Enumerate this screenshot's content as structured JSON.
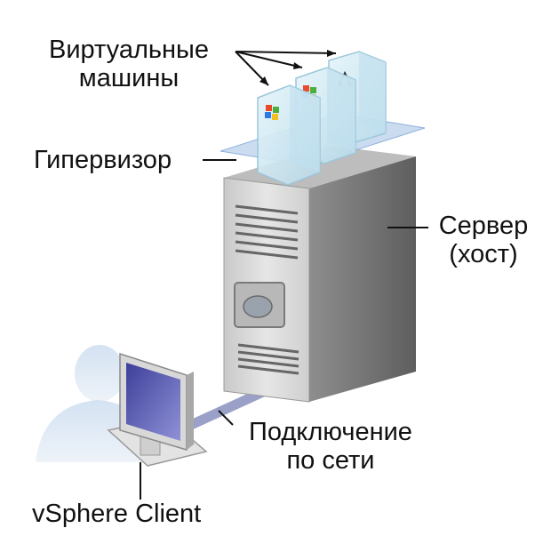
{
  "labels": {
    "virtual_machines_line1": "Виртуальные",
    "virtual_machines_line2": "машины",
    "hypervisor": "Гипервизор",
    "server_line1": "Сервер",
    "server_line2": "(хост)",
    "network_line1": "Подключение",
    "network_line2": "по сети",
    "client": "vSphere Client"
  },
  "colors": {
    "server_body": "#dcdcdc",
    "server_side": "#7a7a7a",
    "server_top": "#bfbfbf",
    "hypervisor": "#a9c4e8",
    "vm_glass": "#cfe8f2",
    "cable": "#9aa0c8",
    "person_silhouette": "#dde8f4",
    "monitor_screen": "#5a5fb8"
  },
  "icons": [
    "windows-logo-icon",
    "linux-logo-icon"
  ]
}
